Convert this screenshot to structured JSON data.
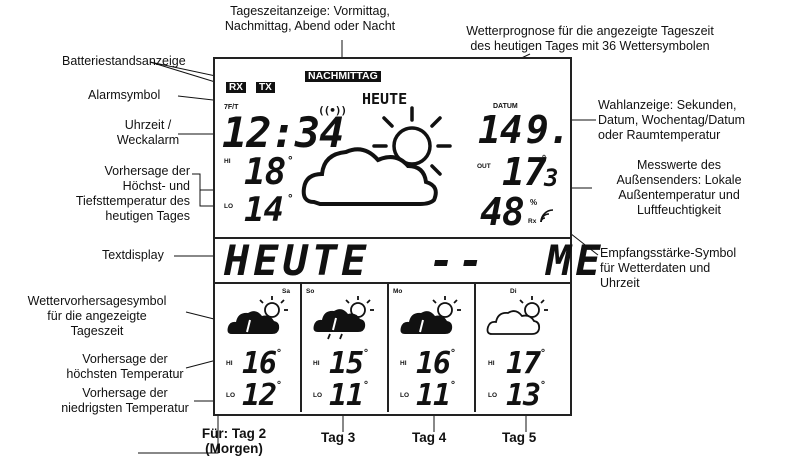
{
  "labels": {
    "daytime": "Tageszeitanzeige: Vormittag,\nNachmittag, Abend oder Nacht",
    "forecast": "Wetterprognose für die angezeigte Tageszeit\ndes heutigen Tages mit 36 Wettersymbolen",
    "battery": "Batteriestandsanzeige",
    "alarm": "Alarmsymbol",
    "time": "Uhrzeit /\nWeckalarm",
    "hilo_today": "Vorhersage der\nHöchst-  und\nTiefsttemperatur des\nheutigen Tages",
    "textdisplay": "Textdisplay",
    "symbol_daytime": "Wettervorhersagesymbol\nfür die angezeigte\nTageszeit",
    "hi_temp": "Vorhersage der\nhöchsten Temperatur",
    "lo_temp": "Vorhersage der\nniedrigsten Temperatur",
    "selection": "Wahlanzeige: Sekunden,\nDatum,  Wochentag/Datum\noder Raumtemperatur",
    "outdoor": "Messwerte des\nAußensenders: Lokale\nAußentemperatur und\nLuftfeuchtigkeit",
    "signal": "Empfangsstärke-Symbol\nfür Wetterdaten und\nUhrzeit",
    "tag2": "Für: Tag 2\n(Morgen)",
    "tag3": "Tag 3",
    "tag4": "Tag 4",
    "tag5": "Tag 5"
  },
  "display": {
    "rx": "RX",
    "tx": "TX",
    "period": "NACHMITTAG",
    "heute": "HEUTE",
    "unit": "7F/T",
    "time": "12:34",
    "hi_today": "18",
    "lo_today": "14",
    "hi": "HI",
    "lo": "LO",
    "datum": "DATUM",
    "date_day": "14",
    "date_month": "9.",
    "out": "OUT",
    "out_temp": "17",
    "out_temp_dec": "3",
    "humidity": "48",
    "humidity_unit": "%",
    "rx_small": "Rx",
    "deg": "°",
    "text": "HEUTE  --  ME",
    "days": [
      {
        "day": "Sa",
        "hi": "16",
        "lo": "12"
      },
      {
        "day": "So",
        "hi": "15",
        "lo": "11"
      },
      {
        "day": "Mo",
        "hi": "16",
        "lo": "11"
      },
      {
        "day": "Di",
        "hi": "17",
        "lo": "13"
      }
    ]
  }
}
